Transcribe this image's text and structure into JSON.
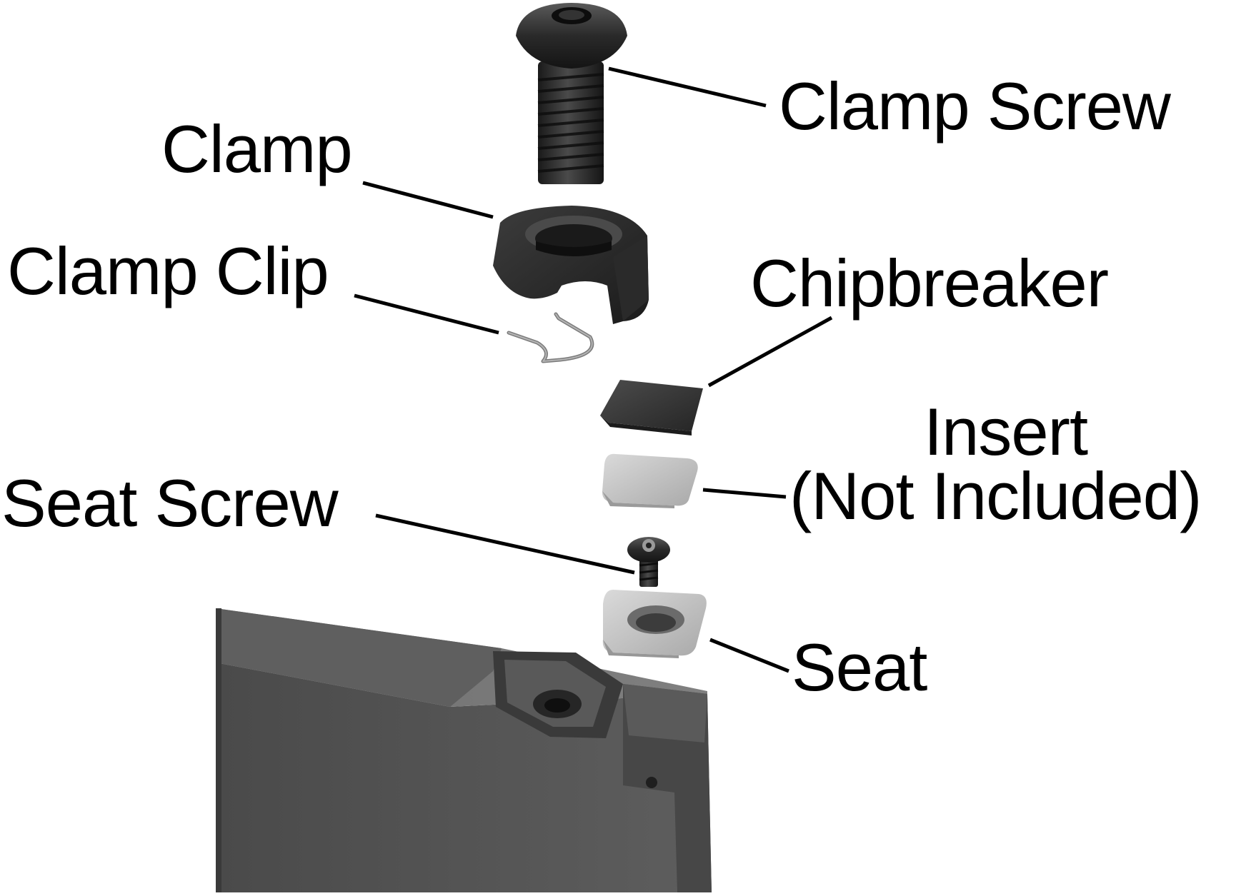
{
  "labels": {
    "clamp_screw": "Clamp Screw",
    "clamp": "Clamp",
    "clamp_clip": "Clamp Clip",
    "chipbreaker": "Chipbreaker",
    "insert_line1": "Insert",
    "insert_line2": "(Not Included)",
    "seat_screw": "Seat Screw",
    "seat": "Seat"
  },
  "parts": [
    "clamp-screw",
    "clamp",
    "clamp-clip",
    "chipbreaker",
    "insert",
    "seat-screw",
    "seat",
    "tool-holder"
  ],
  "colors": {
    "background": "#ffffff",
    "text": "#000000",
    "leader_line": "#000000",
    "dark_metal": "#2b2b2b",
    "holder_side": "#555555",
    "holder_top": "#6a6a6a",
    "carbide_light": "#c9c9c9"
  }
}
